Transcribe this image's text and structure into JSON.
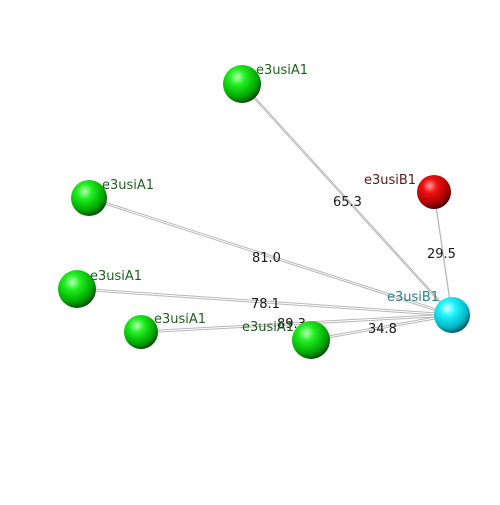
{
  "scene": {
    "nodes": [
      {
        "id": "n1",
        "label": "e3usiA1",
        "kind": "green"
      },
      {
        "id": "n2",
        "label": "e3usiA1",
        "kind": "green"
      },
      {
        "id": "n3",
        "label": "e3usiA1",
        "kind": "green"
      },
      {
        "id": "n4",
        "label": "e3usiA1",
        "kind": "green"
      },
      {
        "id": "n5",
        "label": "e3usiA1",
        "kind": "green"
      },
      {
        "id": "red",
        "label": "e3usiB1",
        "kind": "red"
      },
      {
        "id": "cyan",
        "label": "e3usiB1",
        "kind": "cyan"
      }
    ],
    "edges": [
      {
        "from": "n1",
        "to": "cyan",
        "label": "65.3"
      },
      {
        "from": "n2",
        "to": "cyan",
        "label": "81.0"
      },
      {
        "from": "n3",
        "to": "cyan",
        "label": "78.1"
      },
      {
        "from": "n4",
        "to": "cyan",
        "label": "89.3"
      },
      {
        "from": "n5",
        "to": "cyan",
        "label": "34.8"
      },
      {
        "from": "red",
        "to": "cyan",
        "label": "29.5"
      }
    ]
  },
  "colors": {
    "green": "#00cc00",
    "red": "#cc0000",
    "cyan": "#00e5ee",
    "edge": "#b8b8b8",
    "green_label": "#1f5f1f",
    "red_label": "#5a1a1a",
    "cyan_label": "#2f7f8a"
  }
}
